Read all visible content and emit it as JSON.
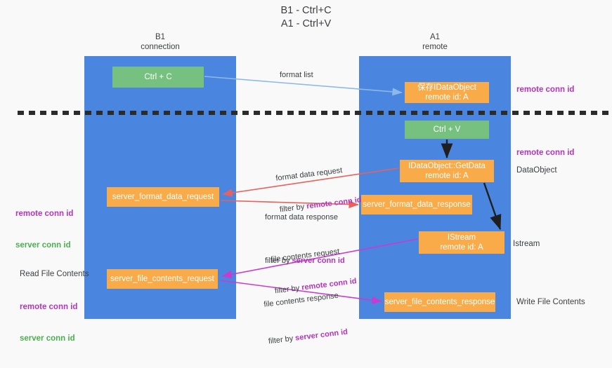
{
  "title": "B1 - Ctrl+C\nA1 - Ctrl+V",
  "columns": {
    "left": {
      "name": "B1",
      "role": "connection",
      "label": "B1\nconnection"
    },
    "right": {
      "name": "A1",
      "role": "remote",
      "label": "A1\nremote"
    }
  },
  "nodes": {
    "ctrl_c": {
      "label": "Ctrl + C",
      "color": "#76c180",
      "lane": "B1"
    },
    "save_idataobject": {
      "label": "保存IDataObject\nremote id: A",
      "color": "#f9ab49",
      "lane": "A1"
    },
    "ctrl_v": {
      "label": "Ctrl + V",
      "color": "#76c180",
      "lane": "A1"
    },
    "getdata": {
      "label": "IDataObject::GetData\nremote id: A",
      "color": "#f9ab49",
      "lane": "A1"
    },
    "server_format_data_request": {
      "label": "server_format_data_request",
      "color": "#f9ab49",
      "lane": "B1"
    },
    "server_format_data_response": {
      "label": "server_format_data_response",
      "color": "#f9ab49",
      "lane": "A1"
    },
    "istream": {
      "label": "IStream\nremote id: A",
      "color": "#f9ab49",
      "lane": "A1"
    },
    "server_file_contents_request": {
      "label": "server_file_contents_request",
      "color": "#f9ab49",
      "lane": "B1"
    },
    "server_file_contents_response": {
      "label": "server_file_contents_response",
      "color": "#f9ab49",
      "lane": "A1"
    }
  },
  "edge_labels": {
    "format_list": "format list",
    "format_data_request": "format data request",
    "format_data_request_filter_prefix": "filter by ",
    "format_data_request_filter_key": "remote conn id",
    "format_data_response": "format data response",
    "format_data_response_filter_prefix": "filter by ",
    "format_data_response_filter_key": "server conn id",
    "file_contents_request": "file contents request",
    "file_contents_request_filter_prefix": "filter by ",
    "file_contents_request_filter_key": "remote conn id",
    "file_contents_response": "file contents response",
    "file_contents_response_filter_prefix": "filter by ",
    "file_contents_response_filter_key": "server conn id"
  },
  "annotations": {
    "right_remote_conn_id_top": "remote conn id",
    "right_remote_conn_id_mid": "remote conn id",
    "dataobject": "DataObject",
    "istream": "Istream",
    "write_file_contents": "Write File Contents",
    "left_remote_conn_id": "remote conn id",
    "left_server_conn_id": "server conn id",
    "read_file_contents": "Read File Contents",
    "left_remote_conn_id_2": "remote conn id",
    "left_server_conn_id_2": "server conn id"
  },
  "colors": {
    "lane_blue": "#4a86e0",
    "node_green": "#76c180",
    "node_orange": "#f9ab49",
    "accent_pink": "#b335bb",
    "accent_green": "#4caf50",
    "arrow_blue": "#8cb9e8",
    "arrow_red": "#e8615c",
    "arrow_magenta": "#c93bd0",
    "arrow_black": "#1f1f1f",
    "background": "#f9f9f9"
  }
}
